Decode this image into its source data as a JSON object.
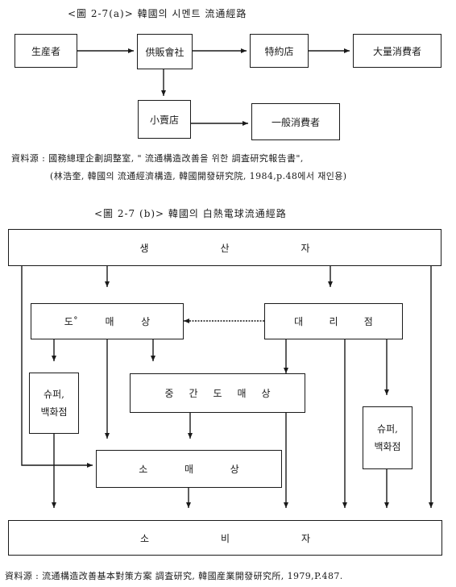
{
  "diagram_a": {
    "title": "<圖 2-7(a)>  韓國의  시멘트  流通經路",
    "nodes": {
      "producer": "生産者",
      "sales_company": "供販會社",
      "agency": "特約店",
      "large_consumer": "大量消費者",
      "retailer": "小賣店",
      "general_consumer": "一般消費者"
    },
    "source_line1": "資料源  :  國務總理企劃調整室,  \"  流通構造改善을  위한  調査研究報告書\",",
    "source_line2": "(林浩奎,  韓國의  流通經濟構造,  韓國開發研究院,  1984,p.48에서  재인용)"
  },
  "diagram_b": {
    "title": "<圖 2-7 (b)>  韓國의  白熱電球流通經路",
    "nodes": {
      "producer": [
        "생",
        "산",
        "자"
      ],
      "wholesaler": [
        "도˚",
        "매",
        "상"
      ],
      "agent": [
        "대",
        "리",
        "점"
      ],
      "super_dept_left_1": "슈퍼,",
      "super_dept_left_2": "백화점",
      "mid_wholesaler": [
        "중",
        "간",
        "도",
        "매",
        "상"
      ],
      "super_dept_right_1": "슈퍼,",
      "super_dept_right_2": "백화점",
      "retailer": [
        "소",
        "매",
        "상"
      ],
      "consumer": [
        "소",
        "비",
        "자"
      ]
    },
    "source": "資料源 : 流通構造改善基本對策方案   調査研究,  韓國産業開發研究所,  1979,P.487."
  }
}
